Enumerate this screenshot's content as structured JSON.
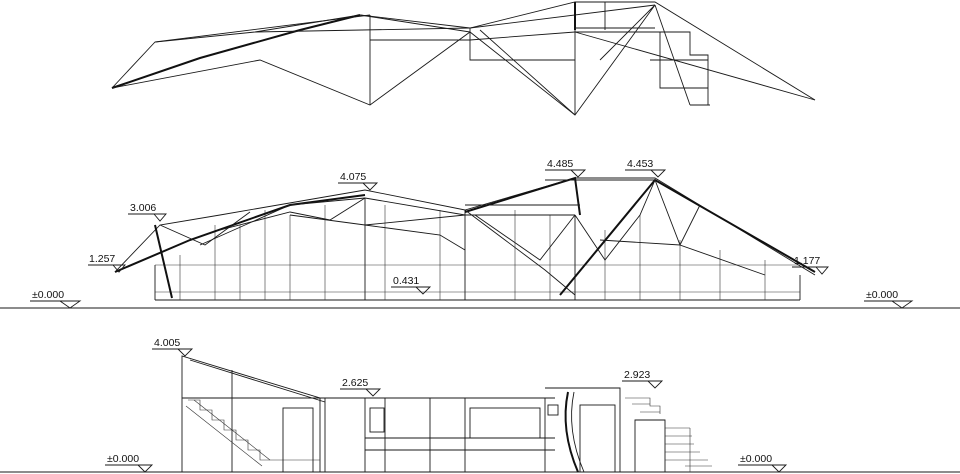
{
  "elevation_labels": {
    "roof_plan_view": [],
    "main_elevation": {
      "ground_left": "±0.000",
      "ground_right": "±0.000",
      "level_1257": "1.257",
      "level_3006": "3.006",
      "level_4075": "4.075",
      "level_0431": "0.431",
      "level_4485": "4.485",
      "level_4453": "4.453",
      "level_1177": "1.177"
    },
    "section": {
      "level_4005": "4.005",
      "level_2625": "2.625",
      "level_2923": "2.923",
      "ground_left": "±0.000",
      "ground_right": "±0.000"
    }
  },
  "colors": {
    "line": "#1a1a1a",
    "background": "#ffffff"
  }
}
